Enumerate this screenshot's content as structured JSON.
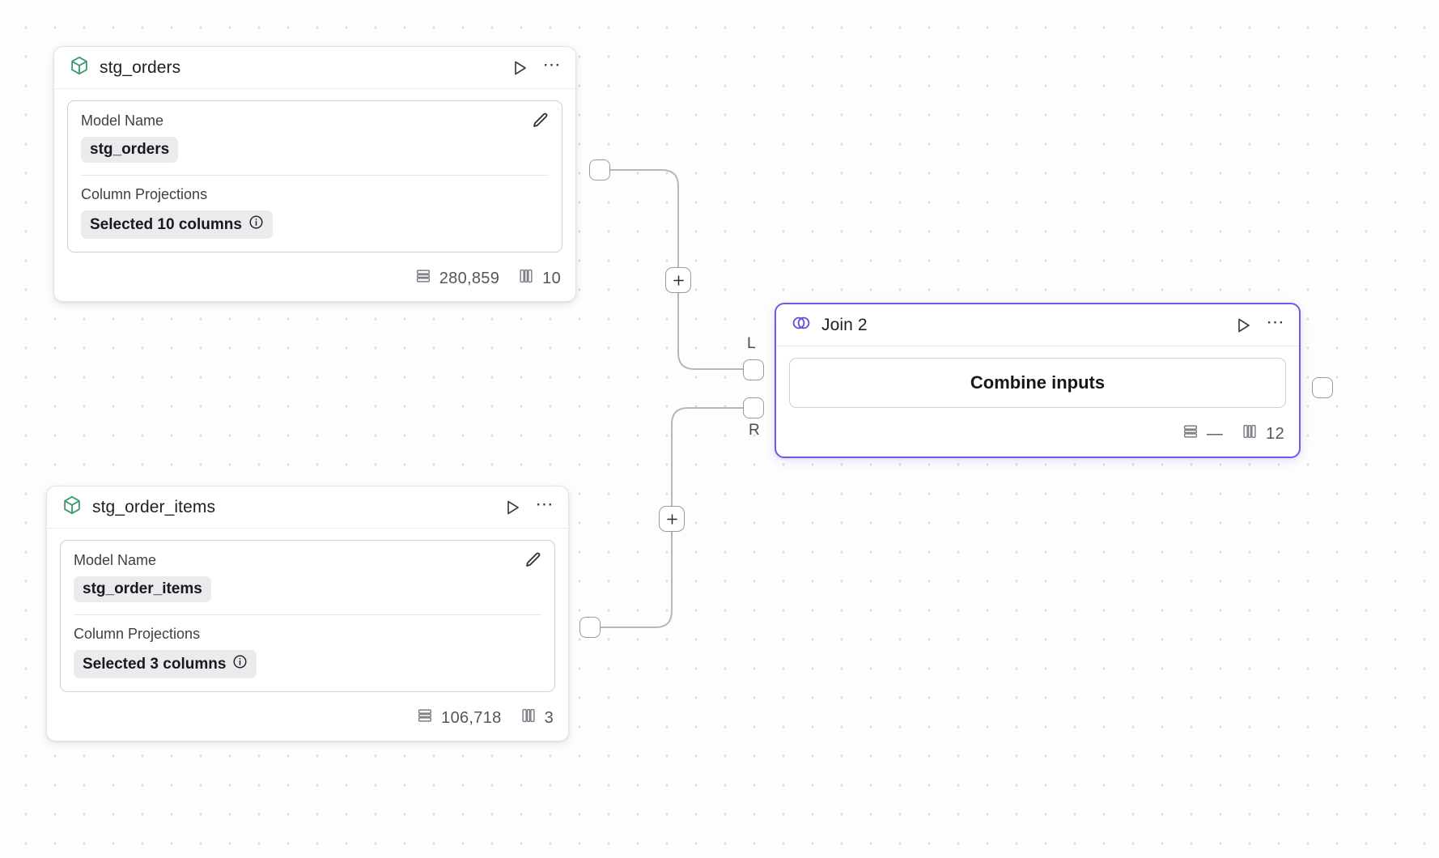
{
  "canvas": {
    "accent_color": "#6c5ce7",
    "model_icon_color": "#3a9d6e",
    "background_color": "#fdfdfd"
  },
  "nodes": [
    {
      "id": "stg_orders",
      "kind": "model",
      "icon": "cube-icon",
      "title": "stg_orders",
      "run_label": "Run",
      "menu_label": "More options",
      "fields": [
        {
          "label": "Model Name",
          "value": "stg_orders",
          "has_info": false
        },
        {
          "label": "Column Projections",
          "value": "Selected 10 columns",
          "has_info": true
        }
      ],
      "edit_label": "Edit",
      "footer": {
        "rows_icon": "rows-icon",
        "rows": "280,859",
        "cols_icon": "columns-icon",
        "cols": "10"
      }
    },
    {
      "id": "stg_order_items",
      "kind": "model",
      "icon": "cube-icon",
      "title": "stg_order_items",
      "run_label": "Run",
      "menu_label": "More options",
      "fields": [
        {
          "label": "Model Name",
          "value": "stg_order_items",
          "has_info": false
        },
        {
          "label": "Column Projections",
          "value": "Selected 3 columns",
          "has_info": true
        }
      ],
      "edit_label": "Edit",
      "footer": {
        "rows_icon": "rows-icon",
        "rows": "106,718",
        "cols_icon": "columns-icon",
        "cols": "3"
      }
    },
    {
      "id": "join_2",
      "kind": "join",
      "icon": "venn-icon",
      "title": "Join 2",
      "selected": true,
      "run_label": "Run",
      "menu_label": "More options",
      "action_label": "Combine inputs",
      "input_ports": [
        {
          "label": "L"
        },
        {
          "label": "R"
        }
      ],
      "footer": {
        "rows_icon": "rows-icon",
        "rows": "—",
        "cols_icon": "columns-icon",
        "cols": "12"
      }
    }
  ],
  "edges": [
    {
      "from": "stg_orders",
      "to": "join_2",
      "target_port": "L",
      "add_label": "+"
    },
    {
      "from": "stg_order_items",
      "to": "join_2",
      "target_port": "R",
      "add_label": "+"
    }
  ]
}
